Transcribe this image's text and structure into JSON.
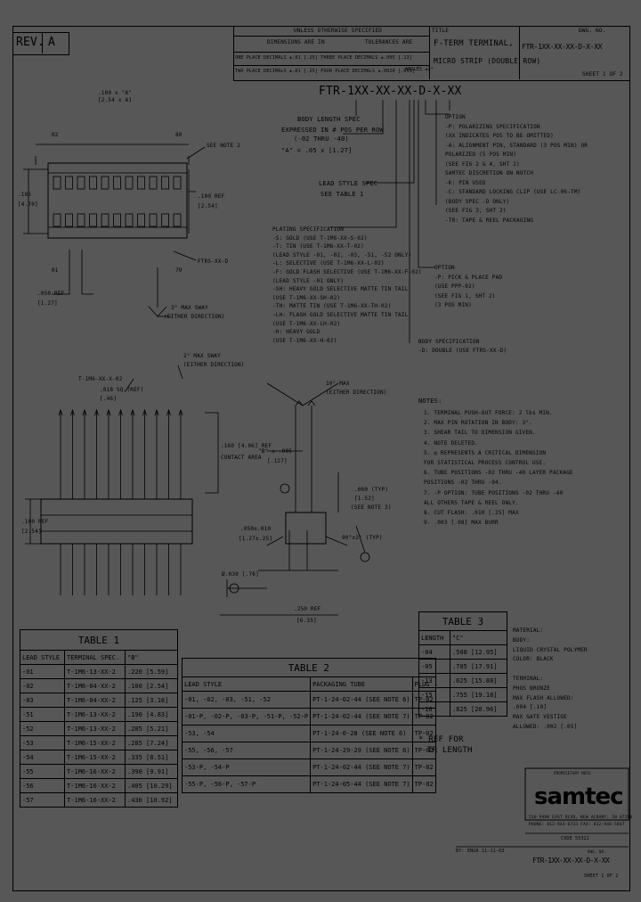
{
  "rev": {
    "label": "REV.",
    "value": "A"
  },
  "title_block": {
    "tolerance_header": "UNLESS OTHERWISE SPECIFIED",
    "tol_col1": "DIMENSIONS ARE IN",
    "tol_col2": "TOLERANCES ARE",
    "tol_row1": "ONE PLACE DECIMALS ±.01 [.25]  THREE PLACE DECIMALS ±.005 [.13]",
    "tol_row2": "TWO PLACE DECIMALS ±.01 [.25]  FOUR PLACE DECIMALS ±.0020 [.051]",
    "angles": "ANGLES ±2°",
    "title_label": "TITLE",
    "title_line1": "F-TERM TERMINAL,",
    "title_line2": "MICRO STRIP (DOUBLE ROW)",
    "dwg_label": "DWG. NO.",
    "dwg_no": "FTR-1XX-XX-XX-D-X-XX",
    "sheet": "SHEET 1 OF 2"
  },
  "part_number": "FTR-1XX-XX-XX-D-X-XX",
  "callouts_left": {
    "body_length": "BODY LENGTH SPEC",
    "expressed": "EXPRESSED IN # POS PER ROW",
    "range": "(-02 THRU -40)",
    "formula": "\"A\" = .05 x [1.27]",
    "lead_style": "LEAD STYLE SPEC",
    "see_table": "SEE TABLE 1"
  },
  "options": [
    "OPTION",
    "-P: POLARIZING SPECIFICATION",
    "(XX INDICATES POS TO BE OMITTED)",
    "-A: ALIGNMENT PIN, STANDARD (3 POS MIN) OR",
    "POLARIZED (5 POS MIN)",
    "(SEE FIG 2 & 4, SHT 2)",
    "SAMTEC DISCRETION ON NOTCH",
    "-K: PIN USED",
    "-C: STANDARD LOCKING CLIP (USE LC-06-TM)",
    "(BODY SPEC -D ONLY)",
    "(SEE FIG 3, SHT 2)",
    "-TR: TAPE & REEL PACKAGING"
  ],
  "plating": [
    "PLATING SPECIFICATION",
    "-S: GOLD (USE T-1M6-XX-S-02)",
    "-T: TIN (USE T-1M6-XX-T-02)",
    "(LEAD STYLE -01, -02, -03, -51, -52 ONLY)",
    "-L: SELECTIVE (USE T-1M6-XX-L-02)",
    "-F: GOLD FLASH SELECTIVE (USE T-1M6-XX-F-02)",
    "(LEAD STYLE -01 ONLY)",
    "-SH: HEAVY GOLD SELECTIVE MATTE TIN TAIL",
    "(USE T-1M6-XX-SH-02)",
    "-TH: MATTE TIN (USE T-1M6-XX-TH-02)",
    "-LH: FLASH GOLD SELECTIVE MATTE TIN TAIL",
    "(USE T-1M6-XX-LH-02)",
    "-H: HEAVY GOLD",
    "(USE T-1M6-XX-H-02)"
  ],
  "option2": [
    "OPTION",
    "-P: PICK & PLACE PAD",
    "(USE PPP-02)",
    "(SEE FIG 1, SHT 2)",
    "(3 POS MIN)"
  ],
  "body_spec": [
    "BODY SPECIFICATION",
    "-D: DOUBLE (USE FTRS-XX-D)"
  ],
  "notes_title": "NOTES:",
  "notes": [
    "1. TERMINAL PUSH-OUT FORCE: 2 lbs MIN.",
    "2. MAX PIN ROTATION IN BODY: 3°.",
    "3. SHEAR TAIL TO DIMENSION GIVEN.",
    "4. NOTE DELETED.",
    "5. ◎ REPRESENTS A CRITICAL DIMENSION",
    "   FOR STATISTICAL PROCESS CONTROL USE.",
    "6. TUBE POSITIONS -02 THRU -40 LAYER PACKAGE",
    "   POSITIONS -02 THRU -04.",
    "7. -P OPTION: TUBE POSITIONS -02 THRU -40",
    "   ALL OTHERS TAPE & REEL ONLY.",
    "8. CUT FLASH: .010 [.25] MAX",
    "9. .003 [.08] MAX BURR"
  ],
  "dims": {
    "top_w": ".100 x \"A\"",
    "top_w2": "[2.54 x A]",
    "p02": "02",
    "p80": "80",
    "p01": "01",
    "p79": "79",
    "see_note2": "SEE NOTE 2",
    "h185": ".185",
    "h185mm": "[4.70]",
    "ref100": ".100 REF",
    "ref100mm": "[2.54]",
    "ftrs": "FTRS-XX-D",
    "ref050": ".050 REF",
    "ref050mm": "[1.27]",
    "sway3": "3° MAX SWAY",
    "either": "(EITHER DIRECTION)",
    "sway2": "2° MAX SWAY",
    "either2": "(EITHER DIRECTION)",
    "t1m6": "T-1M6-XX-X-02",
    "d018": ".018 SQ (REF)",
    "d018mm": "[.46]",
    "contact": ".160 [4.06] REF",
    "contact2": "CONTACT AREA",
    "p100": ".100 REF",
    "p100mm": "[2.54]",
    "b": "\"B\" ± .005",
    "bmm": "[.127]",
    "sway10": "10° MAX",
    "sway10b": "(EITHER DIRECTION)",
    "d060": ".060 (TYP)",
    "d060mm": "[1.52]",
    "seenote3": "(SEE NOTE 3)",
    "d050": ".050±.010",
    "d050mm": "[1.27±.25]",
    "ang": "90°±2° (TYP)",
    "d030": "Ø.030 [.76]",
    "d250": ".250 REF",
    "d250mm": "[6.35]"
  },
  "table1": {
    "title": "TABLE 1",
    "headers": [
      "LEAD STYLE",
      "TERMINAL SPEC.",
      "\"B\""
    ],
    "rows": [
      [
        "-01",
        "T-1M6-13-XX-2",
        ".220 [5.59]"
      ],
      [
        "-02",
        "T-1M6-04-XX-2",
        ".100 [2.54]"
      ],
      [
        "-03",
        "T-1M6-04-XX-2",
        ".125 [3.18]"
      ],
      [
        "-51",
        "T-1M6-13-XX-2",
        ".190 [4.83]"
      ],
      [
        "-52",
        "T-1M6-13-XX-2",
        ".205 [5.21]"
      ],
      [
        "-53",
        "T-1M6-15-XX-2",
        ".285 [7.24]"
      ],
      [
        "-54",
        "T-1M6-15-XX-2",
        ".335 [8.51]"
      ],
      [
        "-55",
        "T-1M6-16-XX-2",
        ".390 [9.91]"
      ],
      [
        "-56",
        "T-1M6-16-XX-2",
        ".405 [10.29]"
      ],
      [
        "-57",
        "T-1M6-16-XX-2",
        ".430 [10.92]"
      ]
    ]
  },
  "table2": {
    "title": "TABLE 2",
    "headers": [
      "LEAD STYLE",
      "PACKAGING TUBE",
      "PLUG"
    ],
    "rows": [
      [
        "-01, -02, -03, -51, -52",
        "PT-1-24-02-44 (SEE NOTE 6)",
        "TP-02"
      ],
      [
        "-01-P, -02-P, -03-P, -51-P, -52-P",
        "PT-1-24-02-44 (SEE NOTE 7)",
        "TP-02"
      ],
      [
        "-53, -54",
        "PT-1-24-0-28 (SEE NOTE 6)",
        "TP-02"
      ],
      [
        "-55, -56, -57",
        "PT-1-24-29-29 (SEE NOTE 6)",
        "TP-02"
      ],
      [
        "-53-P, -54-P",
        "PT-1-24-02-44 (SEE NOTE 7)",
        "TP-02"
      ],
      [
        "-55-P, -56-P, -57-P",
        "PT-1-24-05-44 (SEE NOTE 7)",
        "TP-02"
      ]
    ]
  },
  "table3": {
    "title": "TABLE 3",
    "headers": [
      "LENGTH",
      "\"C\""
    ],
    "rows": [
      [
        "-04",
        ".508 [12.95]"
      ],
      [
        "-05",
        ".705 [17.91]"
      ],
      [
        "-13",
        ".625 [15.88]"
      ],
      [
        "-15",
        ".755 [19.18]"
      ],
      [
        "-16",
        ".825 [20.96]"
      ]
    ],
    "foot1": "* REF FOR",
    "foot2": "TR LENGTH"
  },
  "material": [
    "MATERIAL:",
    "BODY:",
    "LIQUID CRYSTAL POLYMER",
    "COLOR: BLACK",
    "",
    "TERMINAL:",
    "PHOS BRONZE",
    "MAX FLASH ALLOWED:",
    ".004 [.10]",
    "MAX GATE VESTIGE",
    "ALLOWED: .002 [.05]"
  ],
  "samtec": {
    "proprietary": "PROPRIETARY NOTE",
    "logo": "samtec",
    "addr1": "520 PARK EAST BLVD, NEW ALBANY, IN 47150",
    "addr2": "PHONE: 812-944-6733  FAX: 812-948-5047",
    "addr3": "CODE 55322",
    "dwg_no": "FTR-1XX-XX-XX-D-X-XX",
    "sheet": "SHEET 1 OF 2",
    "dwg_label": "DWG. NO.",
    "by": "BY: ENGR 11-11-03"
  }
}
